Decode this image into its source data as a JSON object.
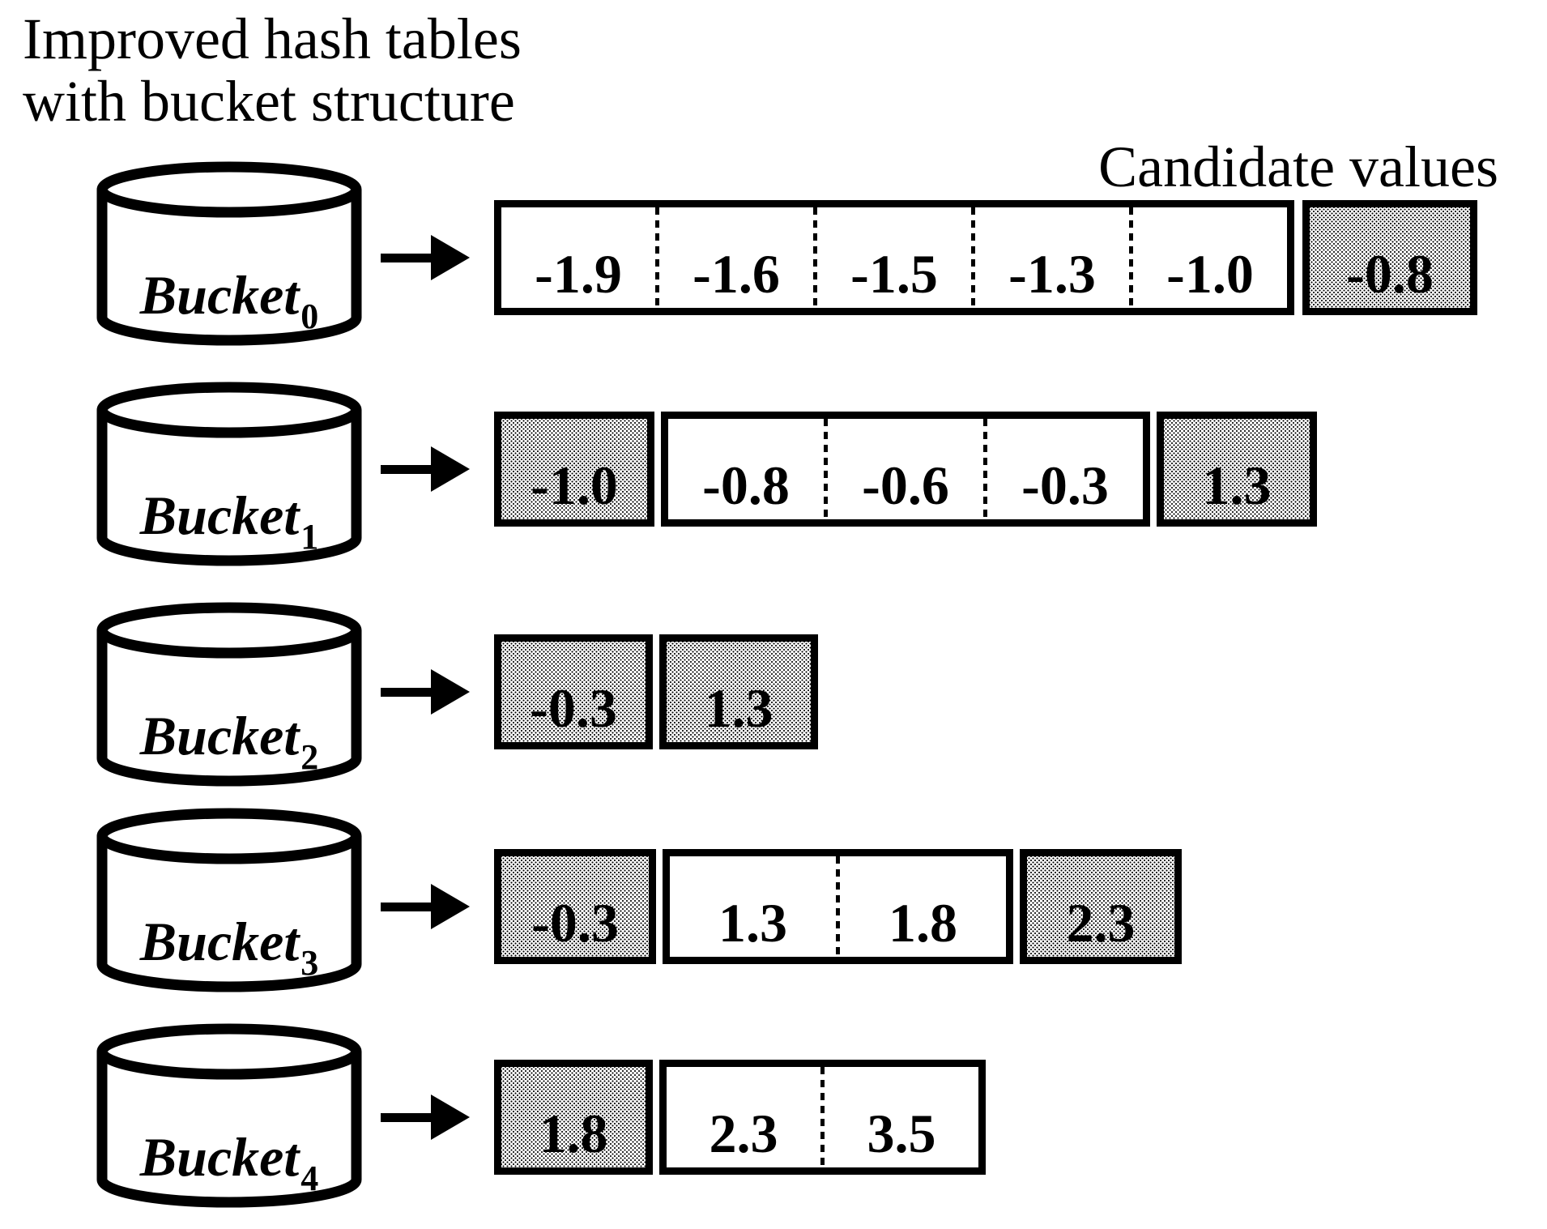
{
  "title": {
    "line1": "Improved hash tables",
    "line2": "with bucket structure"
  },
  "candidate_values_label": "Candidate values",
  "colors": {
    "ink": "#000000",
    "paper": "#ffffff",
    "stipple_dot": "#000000"
  },
  "buckets": [
    {
      "label": "Bucket",
      "subscript": "0",
      "segments": [
        {
          "type": "table",
          "cells": [
            "-1.9",
            "-1.6",
            "-1.5",
            "-1.3",
            "-1.0"
          ]
        },
        {
          "type": "candidate",
          "cells": [
            "-0.8"
          ]
        }
      ]
    },
    {
      "label": "Bucket",
      "subscript": "1",
      "segments": [
        {
          "type": "candidate",
          "cells": [
            "-1.0"
          ]
        },
        {
          "type": "table",
          "cells": [
            "-0.8",
            "-0.6",
            "-0.3"
          ]
        },
        {
          "type": "candidate",
          "cells": [
            "1.3"
          ]
        }
      ]
    },
    {
      "label": "Bucket",
      "subscript": "2",
      "segments": [
        {
          "type": "candidate",
          "cells": [
            "-0.3"
          ]
        },
        {
          "type": "candidate",
          "cells": [
            "1.3"
          ]
        }
      ]
    },
    {
      "label": "Bucket",
      "subscript": "3",
      "segments": [
        {
          "type": "candidate",
          "cells": [
            "-0.3"
          ]
        },
        {
          "type": "table",
          "cells": [
            "1.3",
            "1.8"
          ]
        },
        {
          "type": "candidate",
          "cells": [
            "2.3"
          ]
        }
      ]
    },
    {
      "label": "Bucket",
      "subscript": "4",
      "segments": [
        {
          "type": "candidate",
          "cells": [
            "1.8"
          ]
        },
        {
          "type": "table",
          "cells": [
            "2.3",
            "3.5"
          ]
        }
      ]
    }
  ]
}
